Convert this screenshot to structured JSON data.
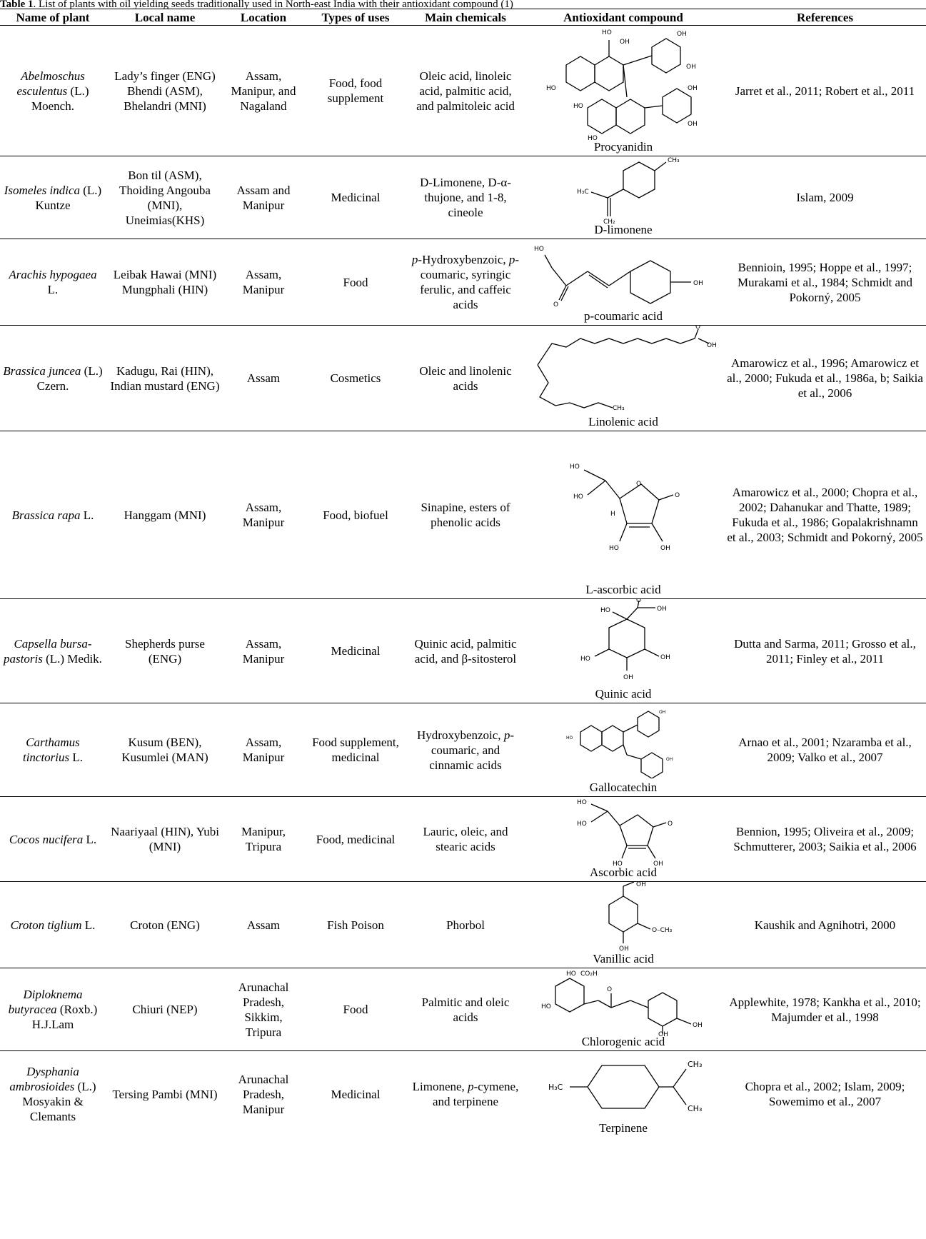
{
  "caption": {
    "label": "Table 1",
    "text": ". List of plants with oil yielding seeds traditionally used in North-east India with their antioxidant compound (1)"
  },
  "headers": [
    "Name of plant",
    "Local name",
    "Location",
    "Types of uses",
    "Main chemicals",
    "Antioxidant compound",
    "References"
  ],
  "rows": [
    {
      "plant_italic": "Abelmoschus esculentus",
      "plant_rest": "(L.) Moench.",
      "local": "Lady’s finger (ENG) Bhendi (ASM), Bhelandri (MNI)",
      "location": "Assam, Manipur, and Nagaland",
      "uses": "Food, food supplement",
      "chemicals": "Oleic acid, linoleic acid, palmitic acid, and palmitoleic acid",
      "compound": "Procyanidin",
      "structure_icon": "procyanidin-structure",
      "refs": "Jarret et al., 2011; Robert et al., 2011"
    },
    {
      "plant_italic": "Isomeles indica",
      "plant_rest": "(L.) Kuntze",
      "local": "Bon til (ASM), Thoiding Angouba (MNI), Uneimias(KHS)",
      "location": "Assam and Manipur",
      "uses": "Medicinal",
      "chemicals": "D-Limonene, D-α-thujone, and 1-8, cineole",
      "compound": "D-limonene",
      "structure_icon": "limonene-structure",
      "refs": "Islam, 2009"
    },
    {
      "plant_italic": "Arachis hypogaea",
      "plant_rest": "L.",
      "local": "Leibak Hawai (MNI) Mungphali (HIN)",
      "location": "Assam, Manipur",
      "uses": "Food",
      "chem_i1": "p",
      "chem_t1": "-Hydroxybenzoic, ",
      "chem_i2": "p",
      "chem_t2": "-coumaric, syringic ferulic, and caffeic acids",
      "compound": "p-coumaric acid",
      "structure_icon": "p-coumaric-acid-structure",
      "refs": "Bennioin, 1995; Hoppe et al., 1997; Murakami et al., 1984; Schmidt and Pokorný, 2005"
    },
    {
      "plant_italic": "Brassica juncea",
      "plant_rest": "(L.) Czern.",
      "local": "Kadugu, Rai (HIN), Indian mustard (ENG)",
      "location": "Assam",
      "uses": "Cosmetics",
      "chemicals": "Oleic and linolenic acids",
      "compound": "Linolenic acid",
      "structure_icon": "linolenic-acid-structure",
      "refs": "Amarowicz et al., 1996; Amarowicz et al., 2000; Fukuda et al., 1986a, b; Saikia et al., 2006"
    },
    {
      "plant_italic": "Brassica rapa",
      "plant_rest": "L.",
      "local": "Hanggam (MNI)",
      "location": "Assam, Manipur",
      "uses": "Food, biofuel",
      "chemicals": "Sinapine, esters of phenolic acids",
      "compound": "L-ascorbic acid",
      "structure_icon": "ascorbic-acid-structure",
      "refs": "Amarowicz et al., 2000; Chopra et al., 2002; Dahanukar and Thatte, 1989; Fukuda et al., 1986; Gopalakrishnamn et al., 2003; Schmidt and Pokorný, 2005"
    },
    {
      "plant_italic": "Capsella bursa-pastoris",
      "plant_rest": "(L.) Medik.",
      "local": "Shepherds purse (ENG)",
      "location": "Assam, Manipur",
      "uses": "Medicinal",
      "chemicals": "Quinic acid, palmitic acid, and β-sitosterol",
      "compound": "Quinic acid",
      "structure_icon": "quinic-acid-structure",
      "refs": "Dutta and Sarma, 2011; Grosso et al., 2011; Finley et al., 2011"
    },
    {
      "plant_italic": "Carthamus tinctorius",
      "plant_rest": "L.",
      "local": "Kusum (BEN), Kusumlei (MAN)",
      "location": "Assam, Manipur",
      "uses": "Food supplement, medicinal",
      "chem_t0": "Hydroxybenzoic, ",
      "chem_i1": "p",
      "chem_t1": "-coumaric, and cinnamic acids",
      "compound": "Gallocatechin",
      "structure_icon": "gallocatechin-structure",
      "refs": "Arnao et al., 2001; Nzaramba et al., 2009; Valko et al., 2007"
    },
    {
      "plant_italic": "Cocos nucifera",
      "plant_rest": "L.",
      "local": "Naariyaal (HIN), Yubi (MNI)",
      "location": "Manipur, Tripura",
      "uses": "Food, medicinal",
      "chemicals": "Lauric, oleic, and stearic acids",
      "compound": "Ascorbic acid",
      "structure_icon": "ascorbic-acid-structure",
      "refs": "Bennion, 1995; Oliveira et al., 2009; Schmutterer, 2003; Saikia et al., 2006"
    },
    {
      "plant_italic": "Croton tiglium",
      "plant_rest": "L.",
      "local": "Croton (ENG)",
      "location": "Assam",
      "uses": "Fish Poison",
      "chemicals": "Phorbol",
      "compound": "Vanillic acid",
      "structure_icon": "vanillic-acid-structure",
      "refs": "Kaushik and Agnihotri, 2000"
    },
    {
      "plant_italic": "Diploknema butyracea",
      "plant_rest": "(Roxb.) H.J.Lam",
      "local": "Chiuri (NEP)",
      "location": "Arunachal Pradesh, Sikkim, Tripura",
      "uses": "Food",
      "chemicals": "Palmitic and oleic acids",
      "compound": "Chlorogenic acid",
      "structure_icon": "chlorogenic-acid-structure",
      "refs": "Applewhite, 1978; Kankha et al., 2010; Majumder et al., 1998"
    },
    {
      "plant_italic": "Dysphania ambrosioides",
      "plant_rest": "(L.) Mosyakin & Clemants",
      "local": "Tersing Pambi (MNI)",
      "location": "Arunachal Pradesh, Manipur",
      "uses": "Medicinal",
      "chem_t0": "Limonene, ",
      "chem_i1": "p",
      "chem_t1": "-cymene, and terpinene",
      "compound": "Terpinene",
      "structure_icon": "terpinene-structure",
      "refs": "Chopra et al., 2002; Islam, 2009; Sowemimo et al., 2007"
    }
  ]
}
